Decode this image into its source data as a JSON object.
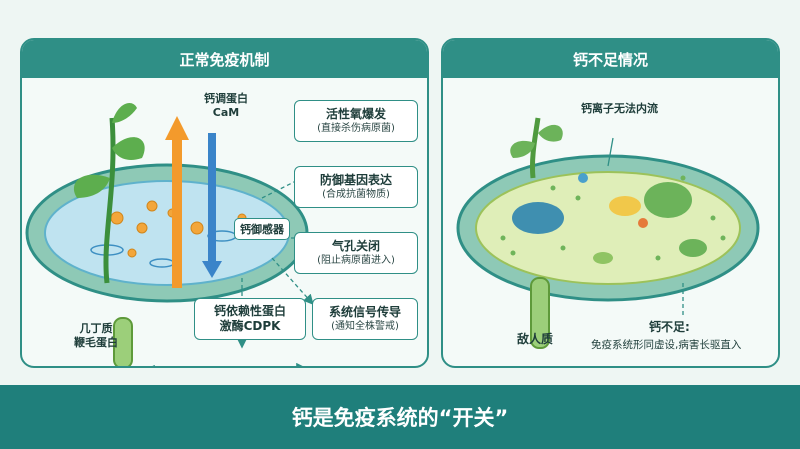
{
  "left_panel": {
    "title": "正常免疫机制",
    "calmodulin": {
      "line1": "钙调蛋白",
      "line2": "CaM"
    },
    "sensor": "钙御感器",
    "boxes": [
      {
        "title": "活性氧爆发",
        "sub": "(直接杀伤病原菌)"
      },
      {
        "title": "防御基因表达",
        "sub": "(合成抗菌物质)"
      },
      {
        "title": "气孔关闭",
        "sub": "(阻止病原菌进入)"
      },
      {
        "title": "钙依赖性蛋白",
        "sub": "激酶CDPK"
      },
      {
        "title": "系统信号传导",
        "sub": "(通知全株警戒)"
      }
    ],
    "callose": {
      "line1": "几丁质",
      "line2": "鞭毛蛋白"
    }
  },
  "right_panel": {
    "title": "钙不足情况",
    "influx": "钙离子无法内流",
    "pathogen": "敌人质",
    "deficiency": {
      "title": "钙不足:",
      "sub": "免疫系统形同虚设,病害长驱直入"
    }
  },
  "footer": "钙是免疫系统的“开关”",
  "colors": {
    "accent": "#2f8f86",
    "footer": "#1f7f7b",
    "arrow_up": "#f39a2c",
    "arrow_down": "#3a84c9"
  }
}
